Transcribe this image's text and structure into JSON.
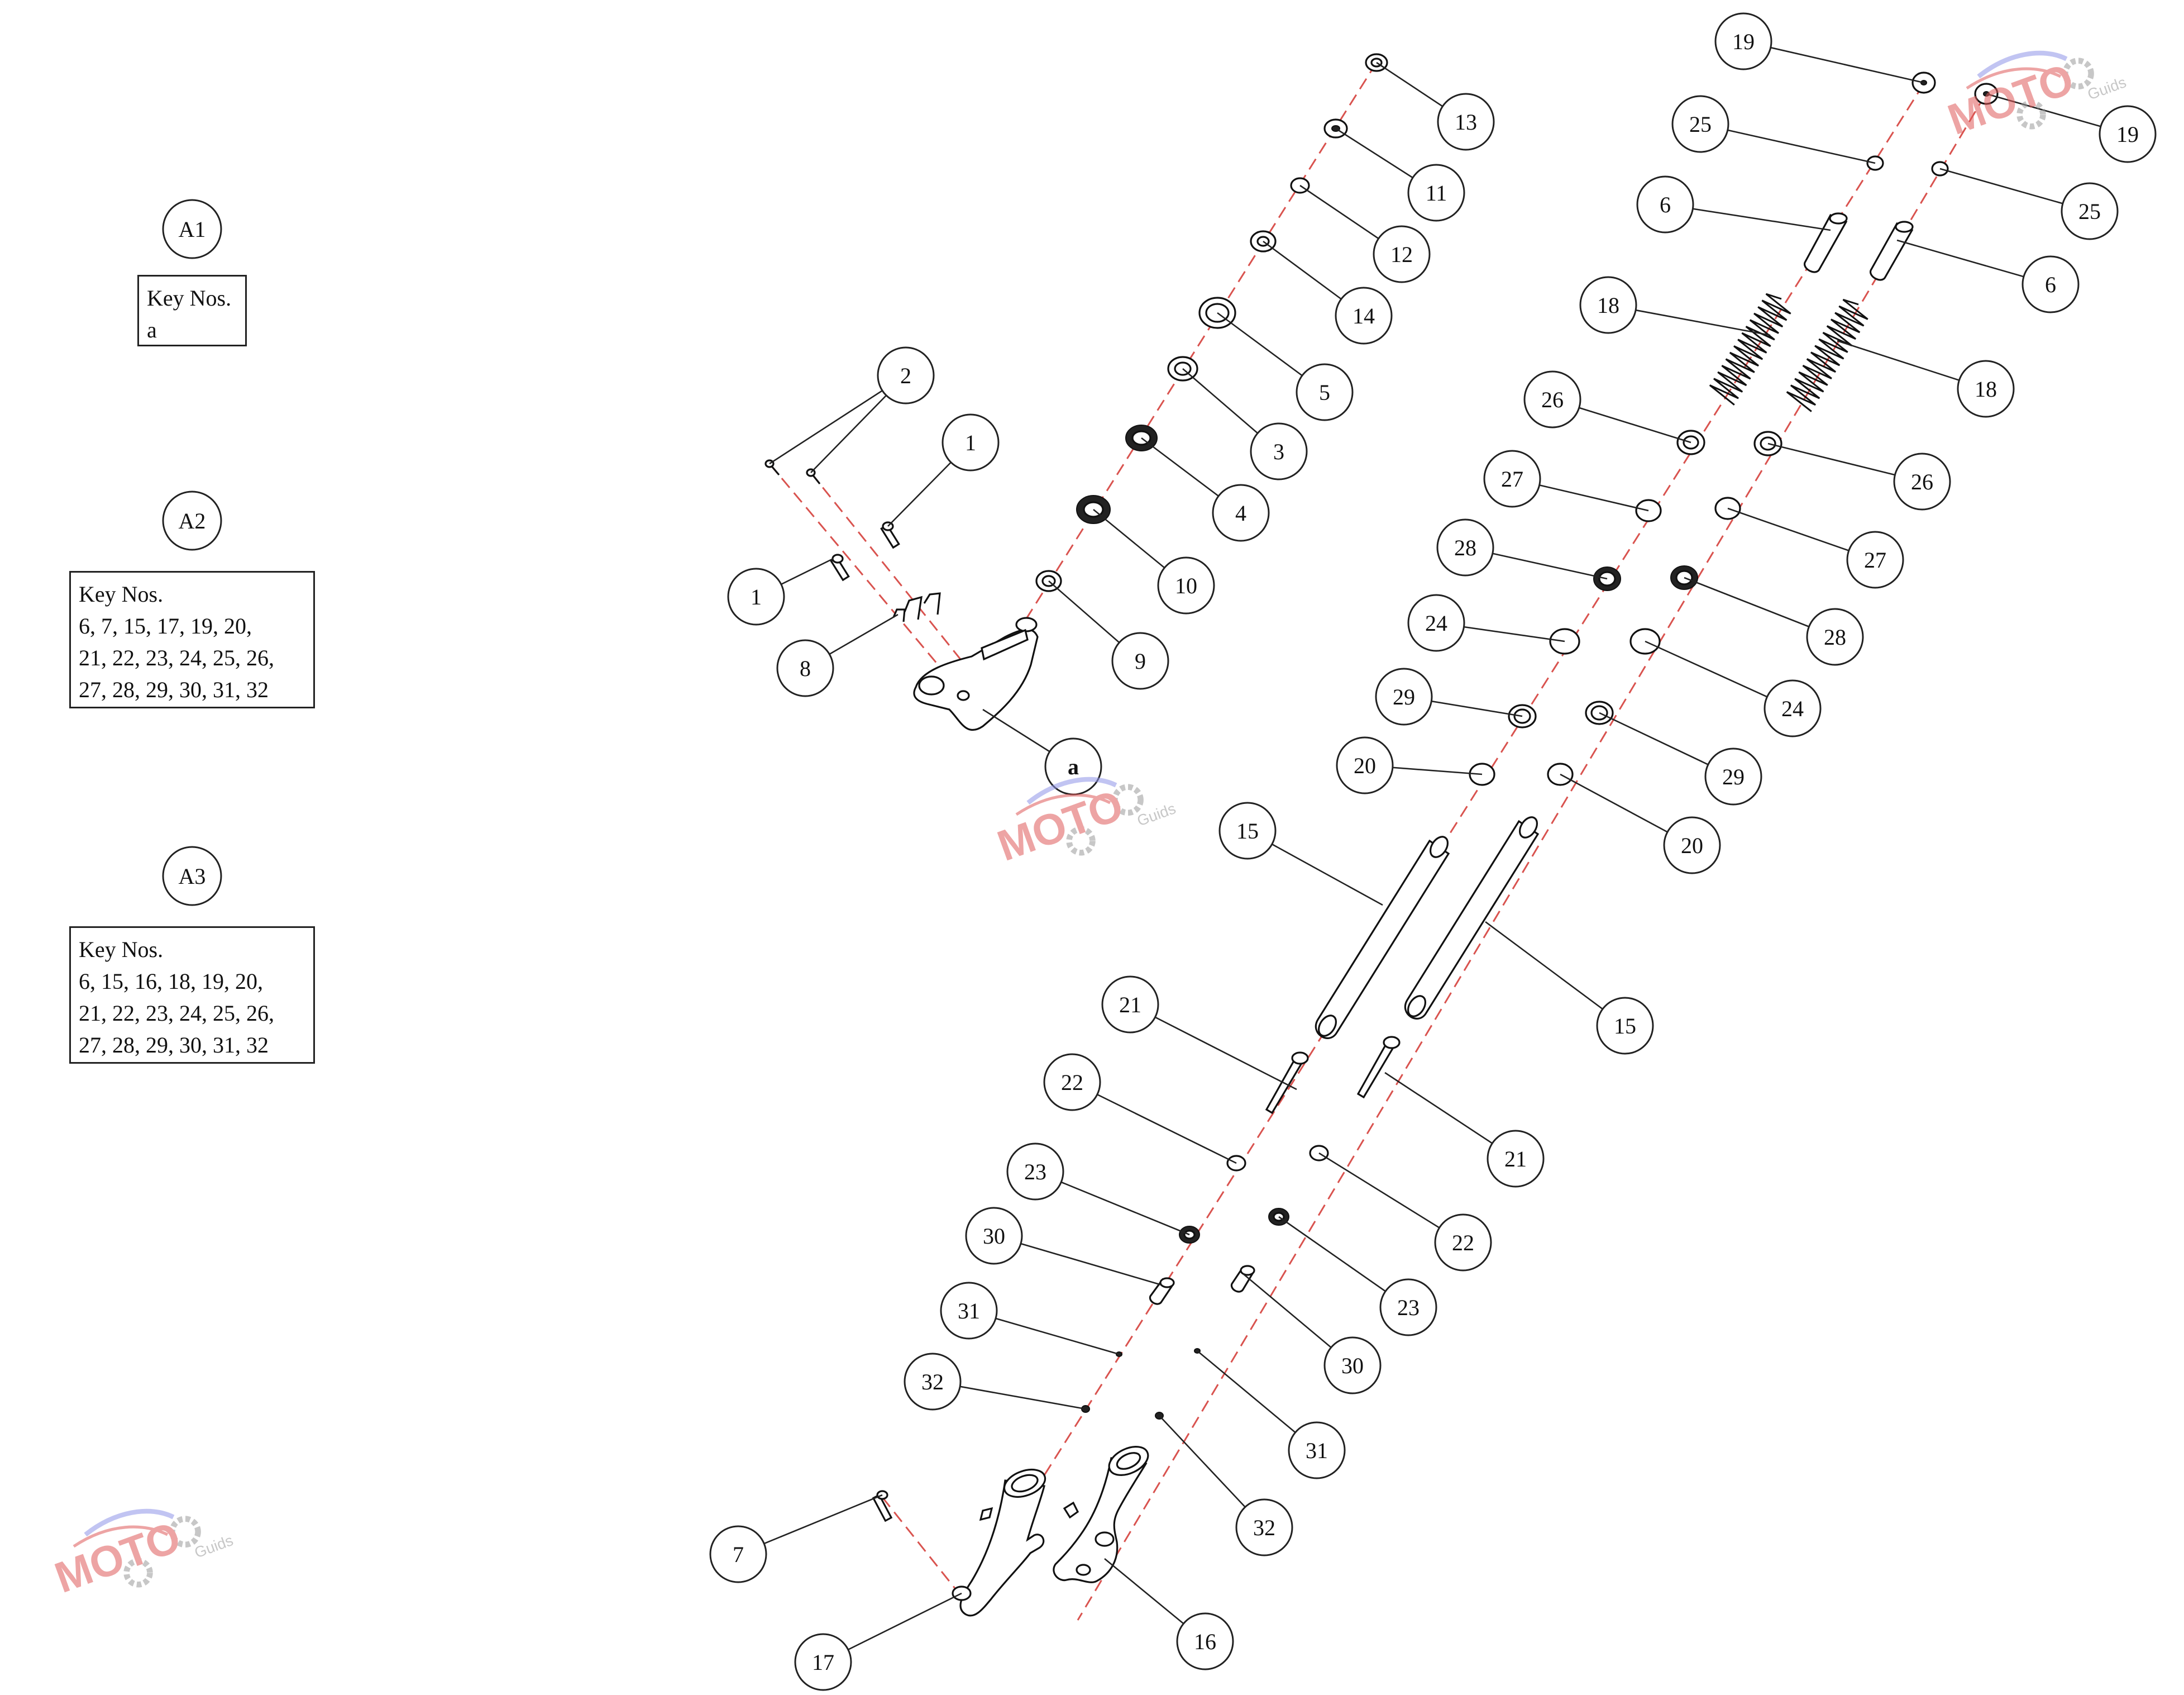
{
  "legend": [
    {
      "bubble": "A1",
      "title": "Key Nos.",
      "lines": [
        "a"
      ]
    },
    {
      "bubble": "A2",
      "title": "Key Nos.",
      "lines": [
        "6, 7, 15, 17, 19, 20,",
        "21, 22, 23, 24, 25, 26,",
        "27, 28, 29, 30, 31, 32"
      ]
    },
    {
      "bubble": "A3",
      "title": "Key Nos.",
      "lines": [
        "6, 15, 16, 18, 19, 20,",
        "21, 22, 23, 24, 25, 26,",
        "27, 28, 29, 30, 31, 32"
      ]
    }
  ],
  "callouts": [
    "1",
    "1",
    "2",
    "3",
    "4",
    "5",
    "8",
    "9",
    "10",
    "11",
    "12",
    "13",
    "14",
    "a",
    "19",
    "19",
    "25",
    "25",
    "6",
    "6",
    "18",
    "18",
    "26",
    "26",
    "27",
    "27",
    "28",
    "28",
    "24",
    "24",
    "29",
    "29",
    "20",
    "20",
    "15",
    "15",
    "21",
    "21",
    "22",
    "22",
    "23",
    "23",
    "30",
    "30",
    "31",
    "31",
    "32",
    "32",
    "7",
    "17",
    "16"
  ],
  "watermark": {
    "brand": "MOTO",
    "sub": "Guids",
    "color_blue": "#8f94e8",
    "color_red": "#e05a5a",
    "color_gray": "#9a9a9a"
  },
  "colors": {
    "axis": "#d9534f",
    "line": "#222222"
  }
}
